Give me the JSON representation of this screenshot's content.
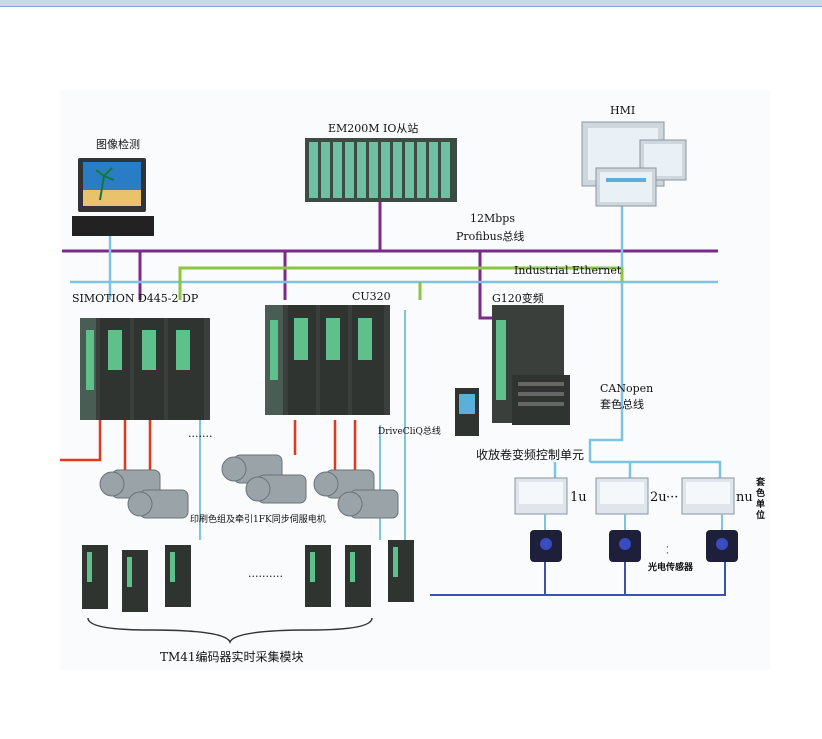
{
  "labels": {
    "image_inspection": "图像检测",
    "em200m": "EM200M IO从站",
    "hmi": "HMI",
    "bus_speed": "12Mbps",
    "profibus": "Profibus总线",
    "industrial_ethernet": "Industrial Ethernet",
    "simotion": "SIMOTION D445-2 DP",
    "cu320": "CU320",
    "g120": "G120变频",
    "canopen": "CANopen",
    "register_bus": "套色总线",
    "drivecliq": "DriveCliQ总线",
    "unwind_control": "收放卷变频控制单元",
    "servo_motor": "印刷色组及牵引1FK同步伺服电机",
    "unit_1": "1u",
    "unit_2": "2u",
    "unit_n": "nu",
    "ellipsis_units": "···",
    "register_unit": "套色单位",
    "photo_sensor": "光电传感器",
    "tm41": "TM41编码器实时采集模块",
    "dots_drives": "·······",
    "dots_tm41": "··········",
    "dots_sensor": "·\n·"
  },
  "colors": {
    "profibus": "#7a2a8a",
    "ethernet": "#8cc63f",
    "drivecliq": "#7ec3e0",
    "canopen": "#7ec3e0",
    "power": "#e0391b",
    "sensor_bus": "#3a55a8",
    "header": "#c9d8ec"
  },
  "icons": [
    "monitor-icon",
    "io-rack-icon",
    "hmi-panel-icon",
    "drive-unit-icon",
    "servo-motor-icon",
    "tm41-module-icon",
    "register-controller-icon",
    "photo-sensor-icon",
    "inverter-icon"
  ]
}
